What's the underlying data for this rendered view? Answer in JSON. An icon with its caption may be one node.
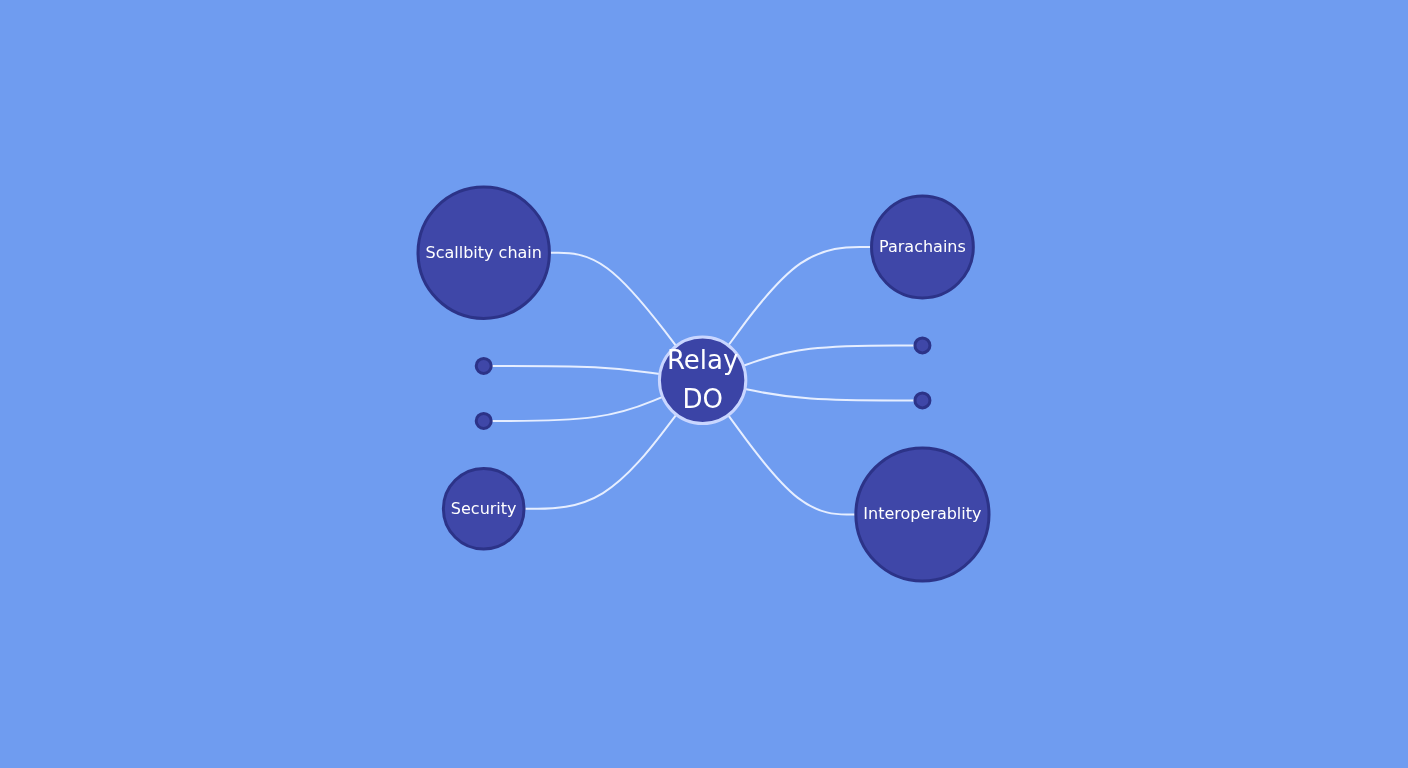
{
  "diagram": {
    "nodes": [
      {
        "text": [
          "Scallbity chain"
        ]
      },
      {
        "text": [
          "Parachains"
        ]
      },
      {
        "text": [],
        "shape": "circle"
      },
      {
        "text": [],
        "shape": "circle"
      },
      {
        "text": [
          "Relay",
          "DO"
        ]
      },
      {
        "text": [],
        "shape": "circle"
      },
      {
        "text": [],
        "shape": "circle"
      },
      {
        "text": [
          "Security"
        ]
      },
      {
        "text": [
          "Interoperablity"
        ]
      }
    ],
    "edges": [
      {
        "from": 0,
        "to": 4,
        "arrow": "none"
      },
      {
        "from": 2,
        "to": 4,
        "arrow": "none"
      },
      {
        "from": 5,
        "to": 4,
        "arrow": "none"
      },
      {
        "from": 7,
        "to": 4,
        "arrow": "none"
      },
      {
        "from": 4,
        "to": 1,
        "arrow": "none"
      },
      {
        "from": 4,
        "to": 3,
        "arrow": "none"
      },
      {
        "from": 4,
        "to": 6,
        "arrow": "none"
      },
      {
        "from": 4,
        "to": 8,
        "arrow": "none"
      }
    ]
  }
}
